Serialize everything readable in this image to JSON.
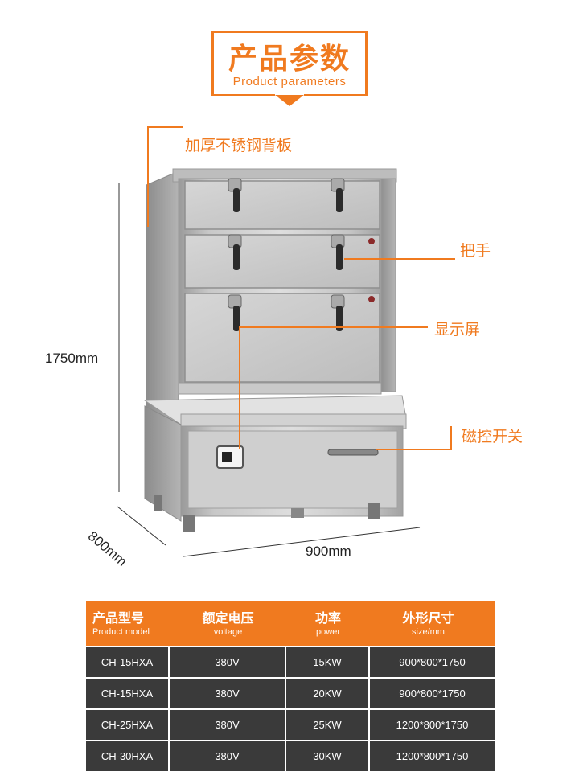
{
  "header": {
    "title": "产品参数",
    "subtitle": "Product parameters",
    "accent_color": "#f07a1f"
  },
  "callouts": {
    "back_panel": "加厚不锈钢背板",
    "handle": "把手",
    "display": "显示屏",
    "magnetic_switch": "磁控开关"
  },
  "dimensions": {
    "height": "1750mm",
    "depth": "800mm",
    "width": "900mm"
  },
  "display_icon": "digital-display-icon",
  "table": {
    "header_color": "#f07a1f",
    "row_color": "#3a3a3a",
    "columns": [
      {
        "cn": "产品型号",
        "en": "Product model"
      },
      {
        "cn": "额定电压",
        "en": "voltage"
      },
      {
        "cn": "功率",
        "en": "power"
      },
      {
        "cn": "外形尺寸",
        "en": "size/mm"
      }
    ],
    "rows": [
      {
        "model": "CH-15HXA",
        "voltage": "380V",
        "power": "15KW",
        "size": "900*800*1750"
      },
      {
        "model": "CH-15HXA",
        "voltage": "380V",
        "power": "20KW",
        "size": "900*800*1750"
      },
      {
        "model": "CH-25HXA",
        "voltage": "380V",
        "power": "25KW",
        "size": "1200*800*1750"
      },
      {
        "model": "CH-30HXA",
        "voltage": "380V",
        "power": "30KW",
        "size": "1200*800*1750"
      }
    ]
  }
}
